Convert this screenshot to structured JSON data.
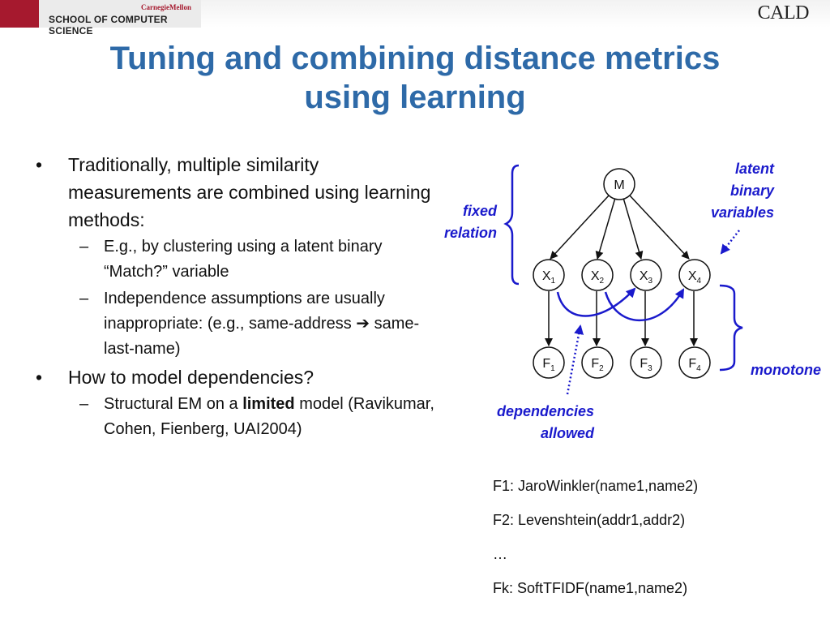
{
  "header": {
    "cmu_small": "CarnegieMellon",
    "school": "SCHOOL OF COMPUTER SCIENCE",
    "cald_logo": "CALD"
  },
  "title": {
    "line1": "Tuning and combining distance metrics",
    "line2": "using learning"
  },
  "bullets": [
    {
      "text": "Traditionally, multiple similarity measurements are combined using learning methods:",
      "subs": [
        "E.g., by clustering using a latent binary “Match?” variable",
        "Independence assumptions are usually inappropriate: (e.g., same-address ➔ same-last-name)"
      ]
    },
    {
      "text": "How to model dependencies?",
      "sub_pre": "Structural EM on a ",
      "sub_bold": "limited",
      "sub_post": " model (Ravikumar, Cohen, Fienberg, UAI2004)"
    }
  ],
  "diagram": {
    "root": "M",
    "latent_nodes": [
      "X",
      "X",
      "X",
      "X"
    ],
    "feature_nodes": [
      "F",
      "F",
      "F",
      "F"
    ],
    "subscripts": [
      "1",
      "2",
      "3",
      "4"
    ],
    "annotations": {
      "fixed_line1": "fixed",
      "fixed_line2": "relation",
      "latent_line1": "latent",
      "latent_line2": "binary",
      "latent_line3": "variables",
      "monotone": "monotone",
      "dep_line1": "dependencies",
      "dep_line2": "allowed"
    },
    "colors": {
      "annotation": "#1a1acc",
      "title": "#2e6aa8"
    }
  },
  "formulas": [
    "F1: JaroWinkler(name1,name2)",
    "F2: Levenshtein(addr1,addr2)",
    "…",
    "Fk: SoftTFIDF(name1,name2)"
  ]
}
